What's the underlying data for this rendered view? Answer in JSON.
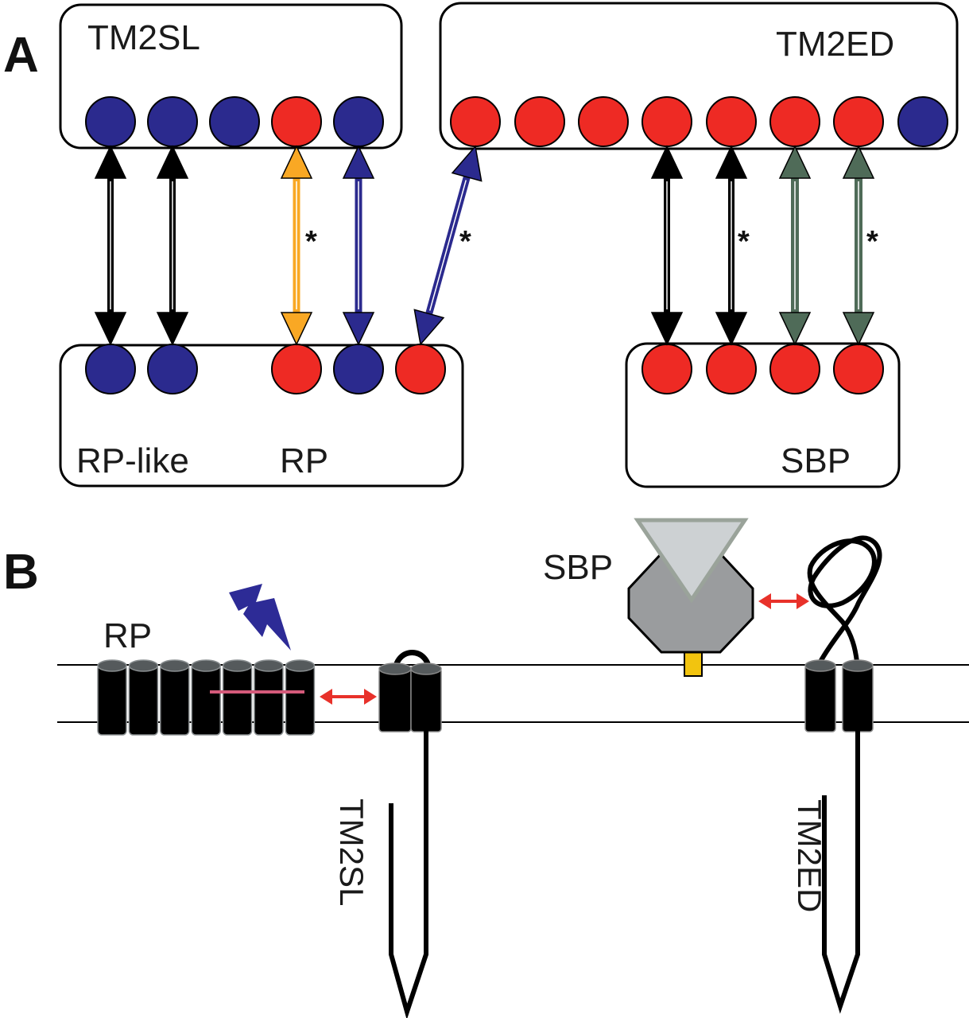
{
  "panel_a": {
    "letter": "A",
    "groups": {
      "tm2sl": "TM2SL",
      "tm2ed": "TM2ED",
      "rp_like": "RP-like",
      "rp": "RP",
      "sbp": "SBP"
    },
    "asterisk": "*",
    "colors": {
      "blue": "#2b2a8e",
      "red": "#ee2a24",
      "orange": "#f9a824",
      "green": "#4f6b58",
      "black": "#000000"
    }
  },
  "panel_b": {
    "letter": "B",
    "labels": {
      "rp": "RP",
      "sbp": "SBP",
      "tm2sl": "TM2SL",
      "tm2ed": "TM2ED"
    },
    "colors": {
      "helix": "#000000",
      "helix_top": "#555a5c",
      "sbp_body": "#9a9c9e",
      "sbp_ligand": "#cdd1d3",
      "anchor": "#f2c40f",
      "interaction_arrow": "#e8312a",
      "light_bolt": "#2d2b96",
      "retinal": "#d45a7a"
    }
  }
}
